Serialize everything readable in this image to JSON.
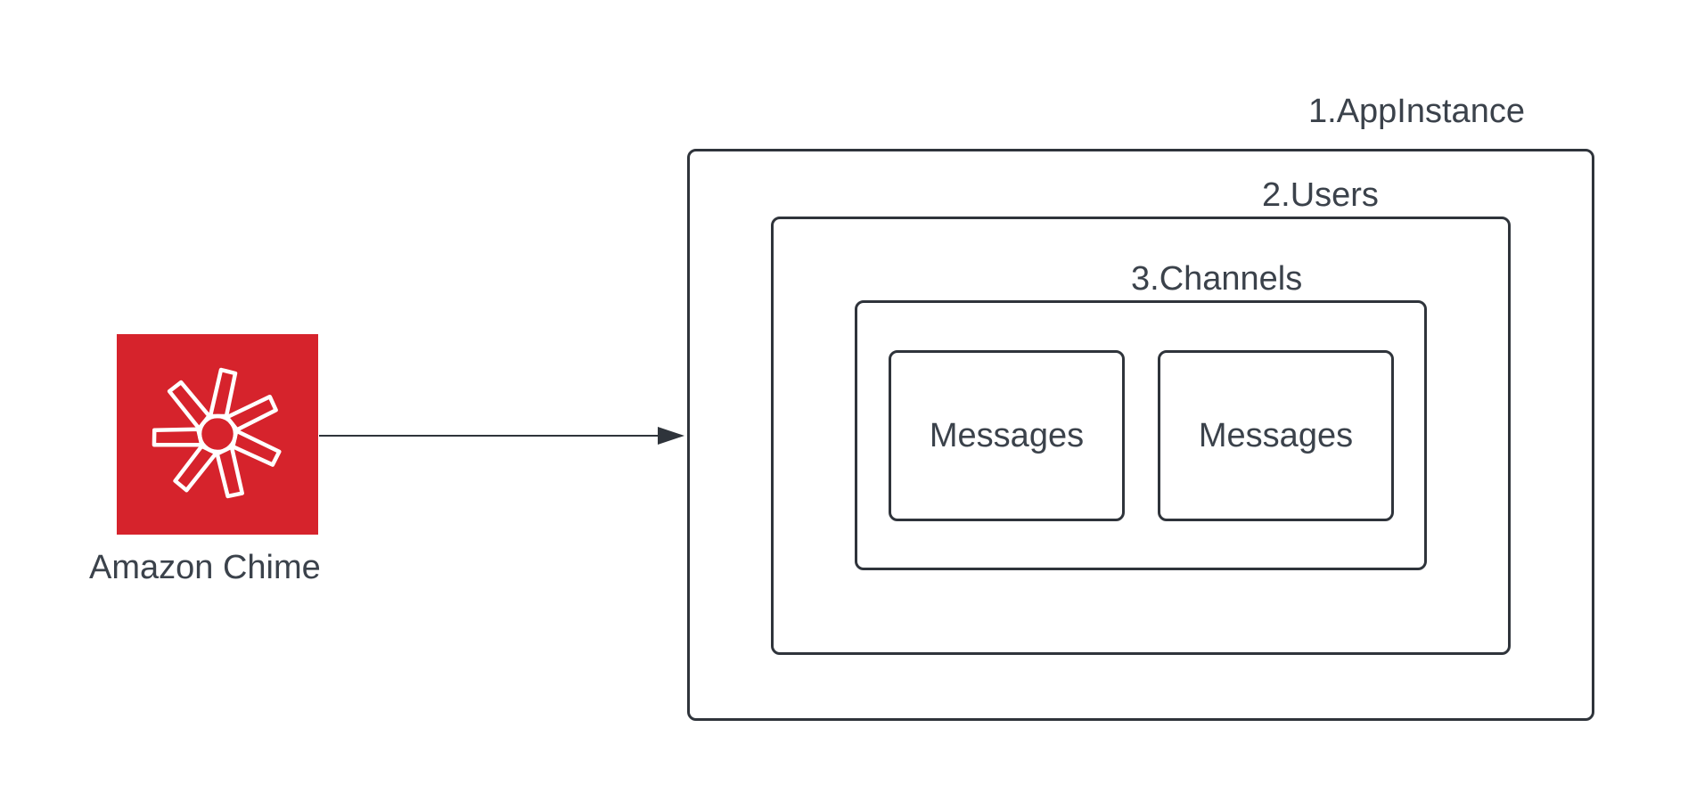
{
  "source_label": "Amazon Chime",
  "source_icon": "amazon-chime-icon",
  "brand_color": "#d6232c",
  "containers": {
    "app_instance": "1.AppInstance",
    "users": "2.Users",
    "channels": "3.Channels"
  },
  "messages": [
    "Messages",
    "Messages"
  ]
}
